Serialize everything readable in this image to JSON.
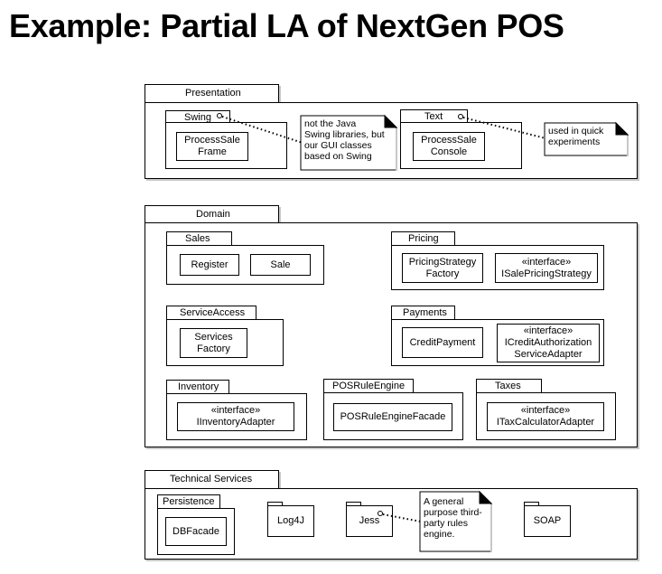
{
  "title": "Example: Partial LA of NextGen POS",
  "presentation": {
    "label": "Presentation",
    "swing": {
      "label": "Swing",
      "class_lines": [
        "ProcessSale",
        "Frame"
      ]
    },
    "text": {
      "label": "Text",
      "class_lines": [
        "ProcessSale",
        "Console"
      ]
    },
    "note_swing": [
      "not the Java",
      "Swing libraries, but",
      "our GUI classes",
      "based on Swing"
    ],
    "note_text": [
      "used in quick",
      "experiments"
    ]
  },
  "domain": {
    "label": "Domain",
    "sales": {
      "label": "Sales",
      "classes": [
        "Register",
        "Sale"
      ]
    },
    "pricing": {
      "label": "Pricing",
      "class1": [
        "PricingStrategy",
        "Factory"
      ],
      "class2": [
        "«interface»",
        "ISalePricingStrategy"
      ]
    },
    "service_access": {
      "label": "ServiceAccess",
      "class1": [
        "Services",
        "Factory"
      ]
    },
    "payments": {
      "label": "Payments",
      "class1": [
        "CreditPayment"
      ],
      "class2": [
        "«interface»",
        "ICreditAuthorization",
        "ServiceAdapter"
      ]
    },
    "inventory": {
      "label": "Inventory",
      "class1": [
        "«interface»",
        "IInventoryAdapter"
      ]
    },
    "pos_rule_engine": {
      "label": "POSRuleEngine",
      "class1": [
        "POSRuleEngineFacade"
      ]
    },
    "taxes": {
      "label": "Taxes",
      "class1": [
        "«interface»",
        "ITaxCalculatorAdapter"
      ]
    }
  },
  "technical_services": {
    "label": "Technical Services",
    "persistence": {
      "label": "Persistence",
      "class1": [
        "DBFacade"
      ]
    },
    "log4j": "Log4J",
    "jess": "Jess",
    "soap": "SOAP",
    "note_jess": [
      "A general",
      "purpose third-",
      "party rules",
      "engine."
    ]
  }
}
